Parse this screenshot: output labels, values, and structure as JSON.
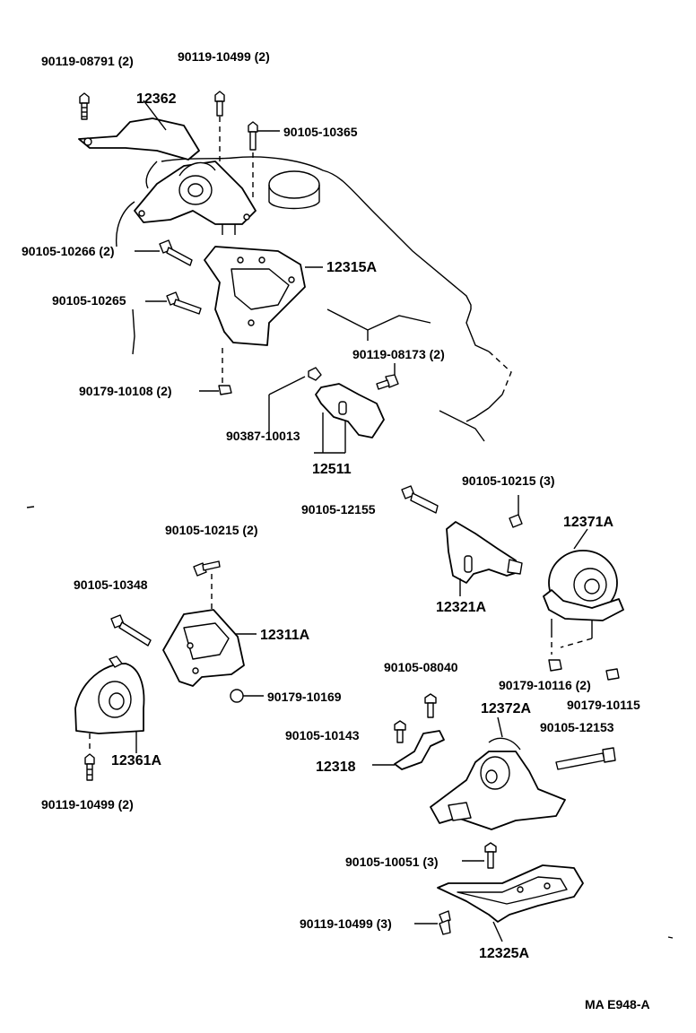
{
  "labels": {
    "p_90119_08791": "90119-08791 (2)",
    "p_90119_10499_top": "90119-10499 (2)",
    "p_12362": "12362",
    "p_90105_10365": "90105-10365",
    "p_90105_10266": "90105-10266 (2)",
    "p_12315A": "12315A",
    "p_90105_10265": "90105-10265",
    "p_90119_08173": "90119-08173 (2)",
    "p_90179_10108": "90179-10108 (2)",
    "p_90387_10013": "90387-10013",
    "p_12511": "12511",
    "p_90105_10215_3": "90105-10215 (3)",
    "p_90105_12155": "90105-12155",
    "p_12371A": "12371A",
    "p_90105_10215_2": "90105-10215 (2)",
    "p_12321A": "12321A",
    "p_90105_10348": "90105-10348",
    "p_12311A": "12311A",
    "p_90105_08040": "90105-08040",
    "p_90179_10116": "90179-10116 (2)",
    "p_90179_10115": "90179-10115",
    "p_90179_10169": "90179-10169",
    "p_12372A": "12372A",
    "p_90105_12153": "90105-12153",
    "p_90105_10143": "90105-10143",
    "p_12361A": "12361A",
    "p_12318": "12318",
    "p_90119_10499_bl": "90119-10499 (2)",
    "p_90105_10051": "90105-10051 (3)",
    "p_90119_10499_br": "90119-10499 (3)",
    "p_12325A": "12325A",
    "drawing_ref": "MA E948-A"
  }
}
